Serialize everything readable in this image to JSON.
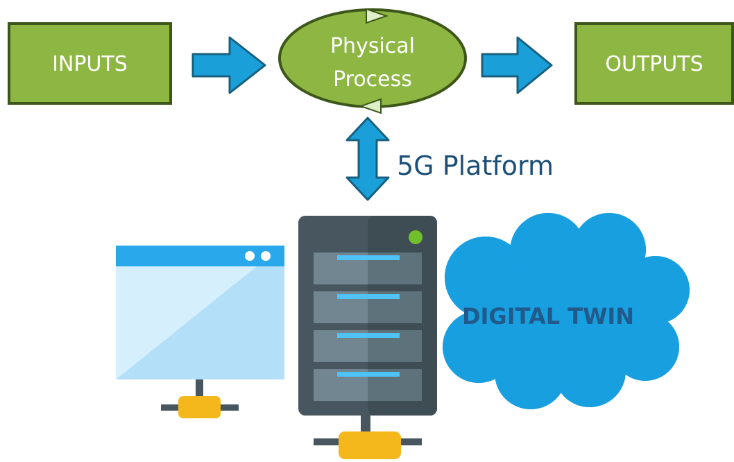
{
  "inputs_label": "INPUTS",
  "outputs_label": "OUTPUTS",
  "process_label_line1": "Physical",
  "process_label_line2": "Process",
  "platform_label": "5G Platform",
  "twin_label": "DIGITAL TWIN",
  "colors": {
    "box_fill": "#8db642",
    "box_stroke": "#3d561a",
    "arrow_fill": "#1a9fd9",
    "arrow_stroke": "#18607f",
    "cloud_fill": "#179fe0",
    "server_body": "#48575f",
    "window_bar": "#29a8ec",
    "window_body": "#b3e0f8",
    "connector": "#f5b81c"
  }
}
